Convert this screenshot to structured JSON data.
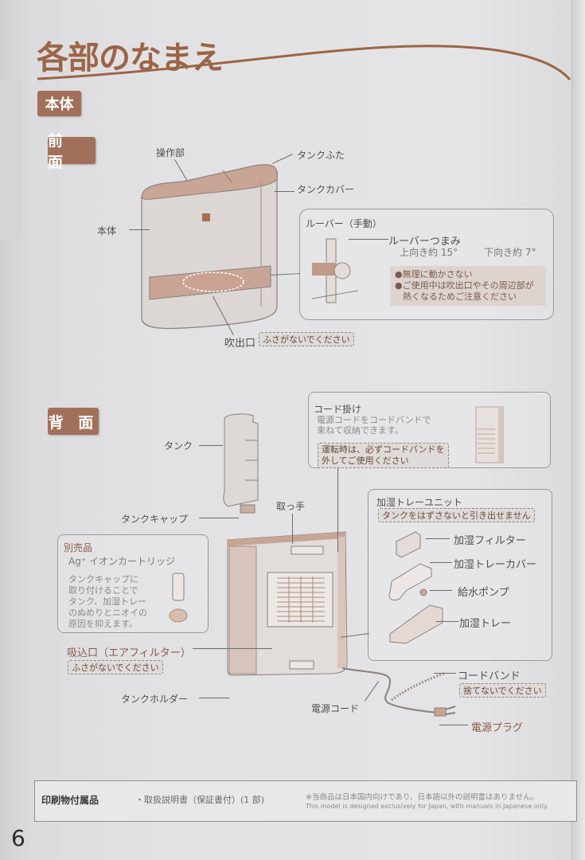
{
  "page": {
    "title": "各部のなまえ",
    "section": "本体",
    "page_number": "6"
  },
  "front": {
    "badge": "前 面",
    "labels": {
      "control_panel": "操作部",
      "tank_lid": "タンクふた",
      "tank_cover": "タンクカバー",
      "body": "本体",
      "outlet": "吹出口",
      "outlet_warning": "ふさがないでください"
    },
    "louver_panel": {
      "title": "ルーバー（手動）",
      "knob_label": "ルーバーつまみ",
      "angle_up": "上向き約 15°",
      "angle_down": "下向き約 7°",
      "notes": [
        "●無理に動かさない",
        "●ご使用中は吹出口やその周辺部が",
        "熱くなるためご注意ください"
      ]
    }
  },
  "back": {
    "badge": "背 面",
    "labels": {
      "tank": "タンク",
      "tank_cap": "タンクキャップ",
      "handle": "取っ手",
      "inlet": "吸込口（エアフィルター）",
      "inlet_warning": "ふさがないでください",
      "tank_holder": "タンクホルダー",
      "power_cord": "電源コード",
      "cord_band": "コードバンド",
      "cord_band_warning": "捨てないでください",
      "power_plug": "電源プラグ"
    },
    "cord_hook_panel": {
      "title": "コード掛け",
      "body": [
        "電源コードをコードバンドで",
        "束ねて収納できます。"
      ],
      "warning": [
        "運転時は、必ずコードバンドを",
        "外してご使用ください"
      ]
    },
    "sold_separately_panel": {
      "title": "別売品",
      "product": "Ag⁺ イオンカートリッジ",
      "body": [
        "タンクキャップに",
        "取り付けることで",
        "タンク、加湿トレー",
        "のぬめりとニオイの",
        "原因を抑えます。"
      ]
    },
    "tray_unit_panel": {
      "title": "加湿トレーユニット",
      "warning": "タンクをはずさないと引き出せません",
      "parts": [
        "加湿フィルター",
        "加湿トレーカバー",
        "給水ポンプ",
        "加湿トレー"
      ]
    }
  },
  "footer": {
    "heading": "印刷物付属品",
    "item": "・取扱説明書（保証書付）(1 部)",
    "note_jp": "※当商品は日本国内向けであり、日本語以外の説明書はありません。",
    "note_en": "This model is designed exclusively for Japan, with manuals in Japanese only."
  },
  "colors": {
    "accent_brown": "#a2705a",
    "title_brown": "#9c6446",
    "appliance_tan": "#c9a898",
    "paper": "#e2e2e4"
  }
}
